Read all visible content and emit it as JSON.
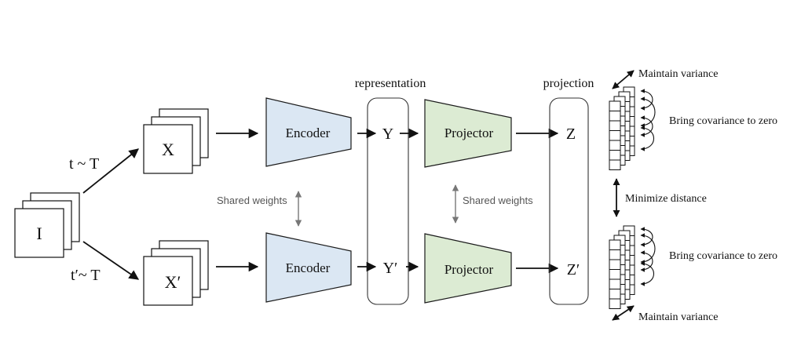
{
  "input": {
    "label": "I"
  },
  "views": {
    "top_label": "X",
    "bottom_label": "X′",
    "top_transform": "t ~ T",
    "bottom_transform": "t′~ T"
  },
  "encoder": {
    "label": "Encoder"
  },
  "projector": {
    "label": "Projector"
  },
  "representation": {
    "heading": "representation",
    "top_label": "Y",
    "bottom_label": "Y′"
  },
  "projection": {
    "heading": "projection",
    "top_label": "Z",
    "bottom_label": "Z′"
  },
  "shared_weights_label": "Shared weights",
  "objectives": {
    "variance": "Maintain  variance",
    "covariance": "Bring covariance  to zero",
    "invariance": "Minimize  distance"
  },
  "colors": {
    "encoder_fill": "#dbe7f3",
    "projector_fill": "#dcebd3"
  }
}
